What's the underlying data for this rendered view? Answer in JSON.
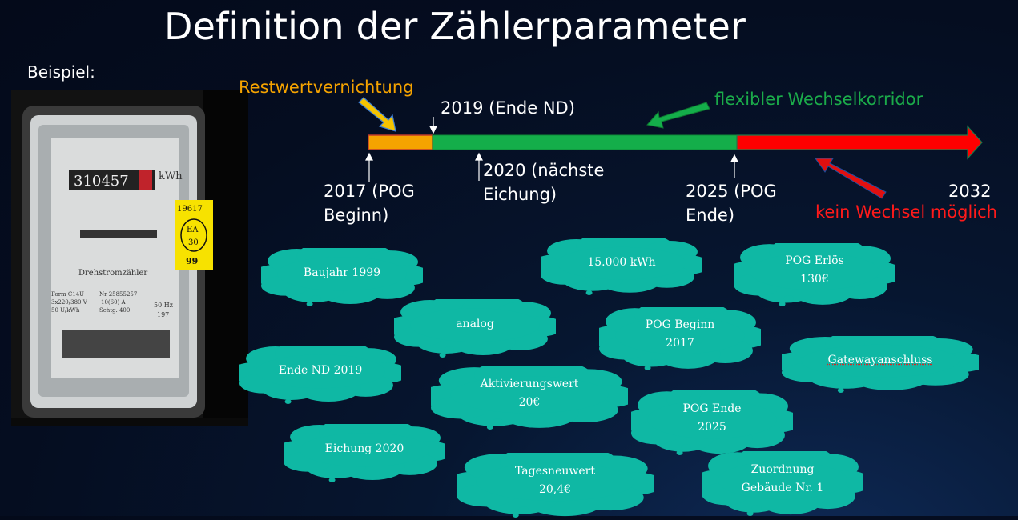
{
  "slide": {
    "title": "Definition der Zählerparameter",
    "example_label": "Beispiel:"
  },
  "meter_photo": {
    "reading": "310457",
    "unit": "kWh",
    "type_label": "Drehstromzähler",
    "sticker": {
      "top": "19617",
      "mid": "EA",
      "num": "30",
      "year": "99"
    },
    "plate_lines": [
      "Form C14U",
      "3x220/380 V",
      "50 U/kWh",
      "Nr 25855257",
      "10(60) A",
      "Schtg. 400"
    ],
    "freq": "50 Hz",
    "year_partial": "197"
  },
  "timeline": {
    "restwert": "Restwertvernichtung",
    "korridor": "flexibler Wechselkorridor",
    "ende_nd": "2019 (Ende ND)",
    "pog_beginn": [
      "2017 (POG",
      "Beginn)"
    ],
    "eichung": [
      "2020 (nächste",
      "Eichung)"
    ],
    "pog_ende": [
      "2025 (POG",
      "Ende)"
    ],
    "year_end": "2032",
    "kein_wechsel": "kein Wechsel möglich",
    "colors": {
      "orange": "#f5a300",
      "green": "#14ae4a",
      "red": "#ff0000",
      "outline": "#c0392b"
    }
  },
  "clouds": [
    {
      "id": "baujahr",
      "lines": [
        "Baujahr 1999"
      ]
    },
    {
      "id": "kwh",
      "lines": [
        "15.000 kWh"
      ]
    },
    {
      "id": "pog-erloes",
      "lines": [
        "POG Erlös",
        "130€"
      ]
    },
    {
      "id": "analog",
      "lines": [
        "analog"
      ]
    },
    {
      "id": "pog-beginn",
      "lines": [
        "POG Beginn",
        "2017"
      ]
    },
    {
      "id": "ende-nd",
      "lines": [
        "Ende ND 2019"
      ]
    },
    {
      "id": "gateway",
      "lines": [
        "Gatewayanschluss"
      ]
    },
    {
      "id": "aktivierung",
      "lines": [
        "Aktivierungswert",
        "20€"
      ]
    },
    {
      "id": "pog-ende",
      "lines": [
        "POG Ende",
        "2025"
      ]
    },
    {
      "id": "eichung",
      "lines": [
        "Eichung 2020"
      ]
    },
    {
      "id": "tagesneuwert",
      "lines": [
        "Tagesneuwert",
        "20,4€"
      ]
    },
    {
      "id": "zuordnung",
      "lines": [
        "Zuordnung",
        "Gebäude Nr. 1"
      ]
    }
  ],
  "cloud_color": "#0fb8a4"
}
